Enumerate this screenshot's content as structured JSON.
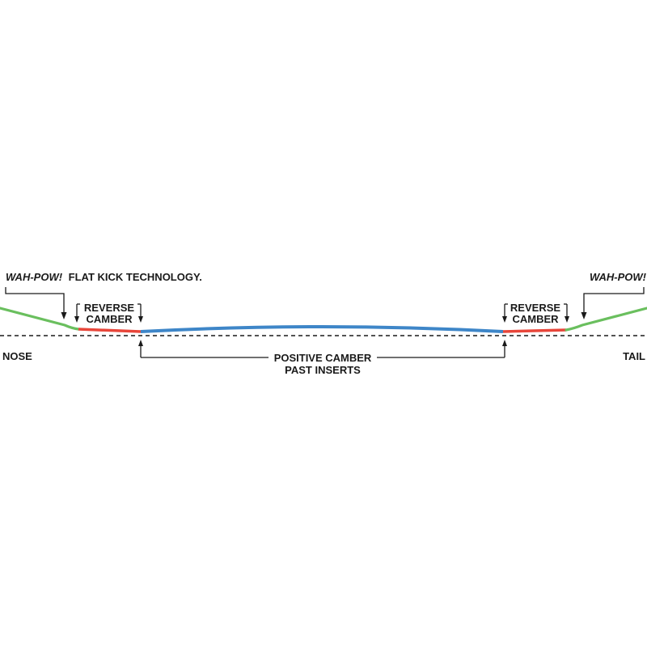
{
  "labels": {
    "wah_pow_left": "WAH-POW!",
    "flat_kick": "FLAT KICK TECHNOLOGY.",
    "wah_pow_right": "WAH-POW!",
    "reverse_left_line1": "REVERSE",
    "reverse_left_line2": "CAMBER",
    "reverse_right_line1": "REVERSE",
    "reverse_right_line2": "CAMBER",
    "positive_line1": "POSITIVE CAMBER",
    "positive_line2": "PAST INSERTS",
    "nose": "NOSE",
    "tail": "TAIL"
  },
  "colors": {
    "flat_kick": "#6abf5e",
    "reverse_camber": "#e8463a",
    "positive_camber": "#3e86c8",
    "text": "#1a1a1a",
    "baseline": "#1a1a1a"
  }
}
